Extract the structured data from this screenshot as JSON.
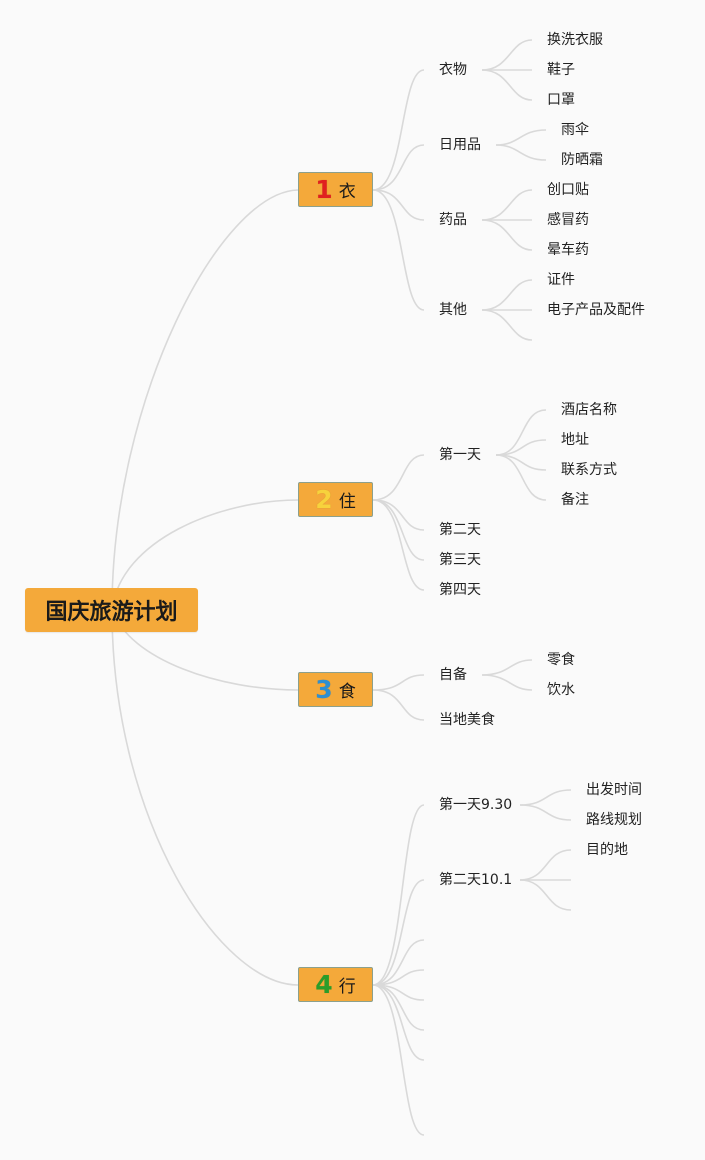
{
  "root": {
    "title": "国庆旅游计划"
  },
  "categories": [
    {
      "number": "1",
      "number_color": "#e02020",
      "label": "衣"
    },
    {
      "number": "2",
      "number_color": "#f7d23c",
      "label": "住"
    },
    {
      "number": "3",
      "number_color": "#2f8fd0",
      "label": "食"
    },
    {
      "number": "4",
      "number_color": "#2a9d2a",
      "label": "行"
    }
  ],
  "clothing": {
    "clothes": {
      "label": "衣物",
      "items": [
        "换洗衣服",
        "鞋子",
        "口罩"
      ]
    },
    "daily": {
      "label": "日用品",
      "items": [
        "雨伞",
        "防晒霜"
      ]
    },
    "medicine": {
      "label": "药品",
      "items": [
        "创口贴",
        "感冒药",
        "晕车药"
      ]
    },
    "other": {
      "label": "其他",
      "items": [
        "证件",
        "电子产品及配件"
      ]
    }
  },
  "lodging": {
    "day1": {
      "label": "第一天",
      "items": [
        "酒店名称",
        "地址",
        "联系方式",
        "备注"
      ]
    },
    "day2": {
      "label": "第二天"
    },
    "day3": {
      "label": "第三天"
    },
    "day4": {
      "label": "第四天"
    }
  },
  "food": {
    "self": {
      "label": "自备",
      "items": [
        "零食",
        "饮水"
      ]
    },
    "local": {
      "label": "当地美食"
    }
  },
  "travel": {
    "day1": {
      "label": "第一天9.30",
      "items": [
        "出发时间",
        "路线规划"
      ]
    },
    "day2": {
      "label": "第二天10.1",
      "items": [
        "目的地"
      ]
    }
  },
  "colors": {
    "background": "#fafafa",
    "topic_fill": "#f4a93a",
    "connector": "#d9d9d9"
  }
}
